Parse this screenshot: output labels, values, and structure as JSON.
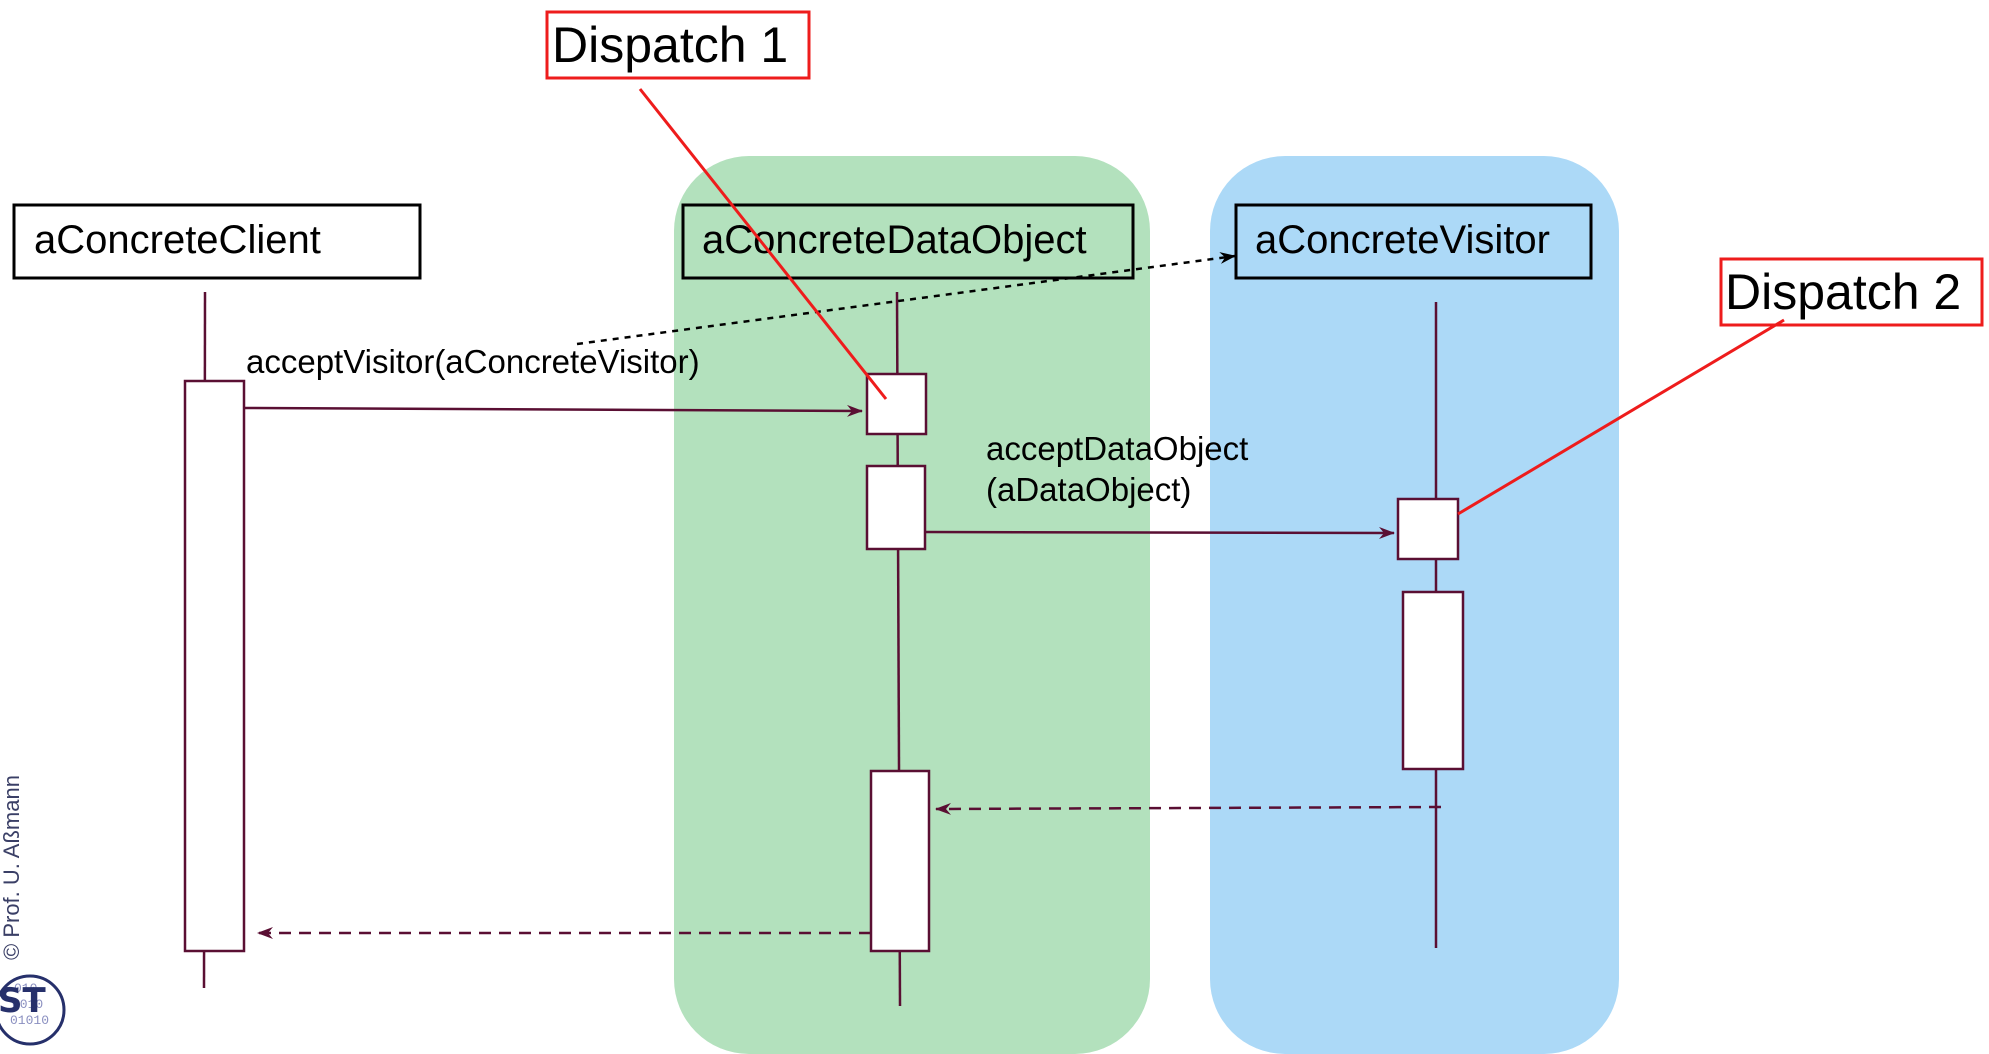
{
  "lifelines": [
    {
      "id": "client",
      "label": "aConcreteClient"
    },
    {
      "id": "dataobject",
      "label": "aConcreteDataObject"
    },
    {
      "id": "visitor",
      "label": "aConcreteVisitor"
    }
  ],
  "messages": {
    "accept_visitor": "acceptVisitor(aConcreteVisitor)",
    "accept_data_object_line1": "acceptDataObject",
    "accept_data_object_line2": "(aDataObject)"
  },
  "annotations": {
    "dispatch_1": "Dispatch 1",
    "dispatch_2": "Dispatch 2"
  },
  "footer": {
    "copyright": "© Prof. U. Aßmann",
    "logo_text": "ST"
  },
  "colors": {
    "group_green": "#b3e1bd",
    "group_blue": "#acd9f7",
    "line": "#5a0f33",
    "dispatch_red": "#ee1c1c"
  }
}
